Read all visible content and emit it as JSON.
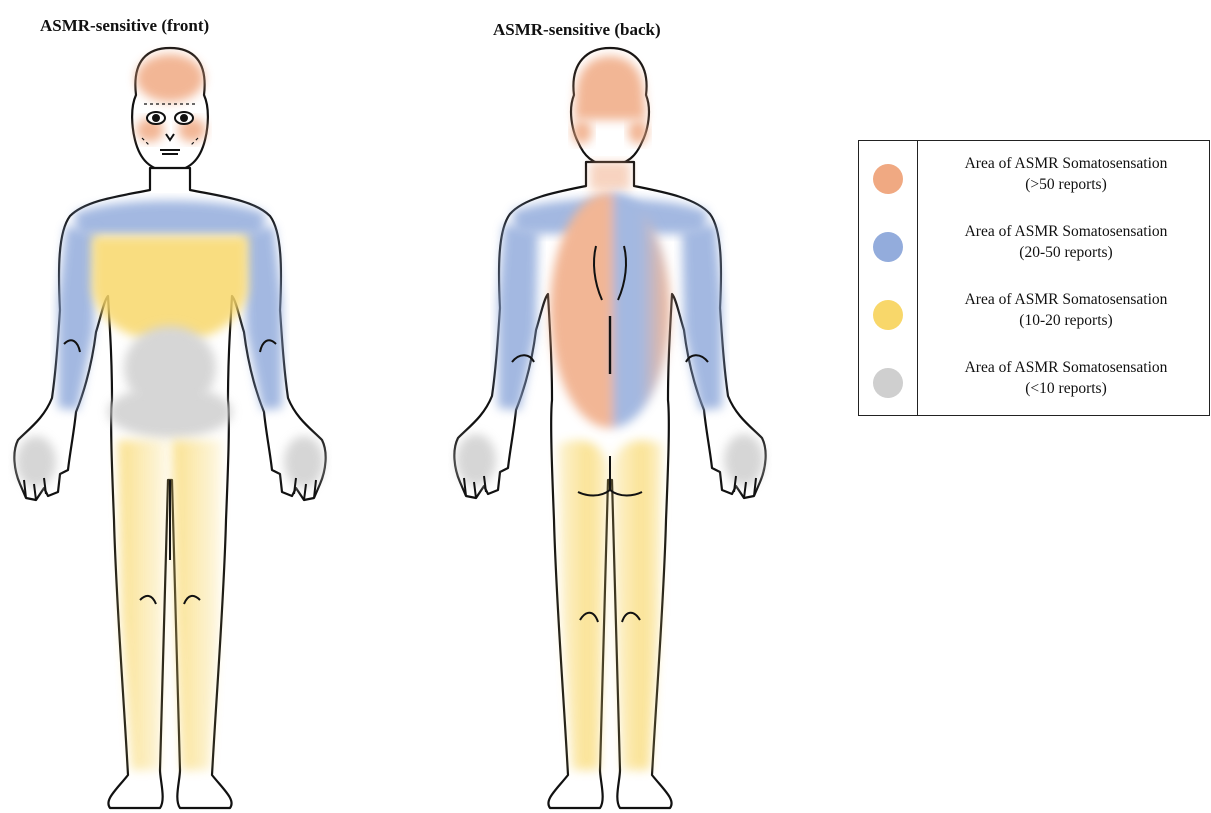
{
  "titles": {
    "front": "ASMR-sensitive (front)",
    "back": "ASMR-sensitive (back)"
  },
  "colors": {
    "high": "#f0a982",
    "mid": "#93acdc",
    "low": "#f8d76a",
    "min": "#cfcfcf",
    "outline": "#111111",
    "skin": "#ffffff"
  },
  "legend": [
    {
      "level": "high",
      "line1": "Area of ASMR Somatosensation",
      "line2": "(>50 reports)"
    },
    {
      "level": "mid",
      "line1": "Area of ASMR Somatosensation",
      "line2": "(20-50 reports)"
    },
    {
      "level": "low",
      "line1": "Area of ASMR Somatosensation",
      "line2": "(10-20 reports)"
    },
    {
      "level": "min",
      "line1": "Area of ASMR Somatosensation",
      "line2": "(<10 reports)"
    }
  ]
}
